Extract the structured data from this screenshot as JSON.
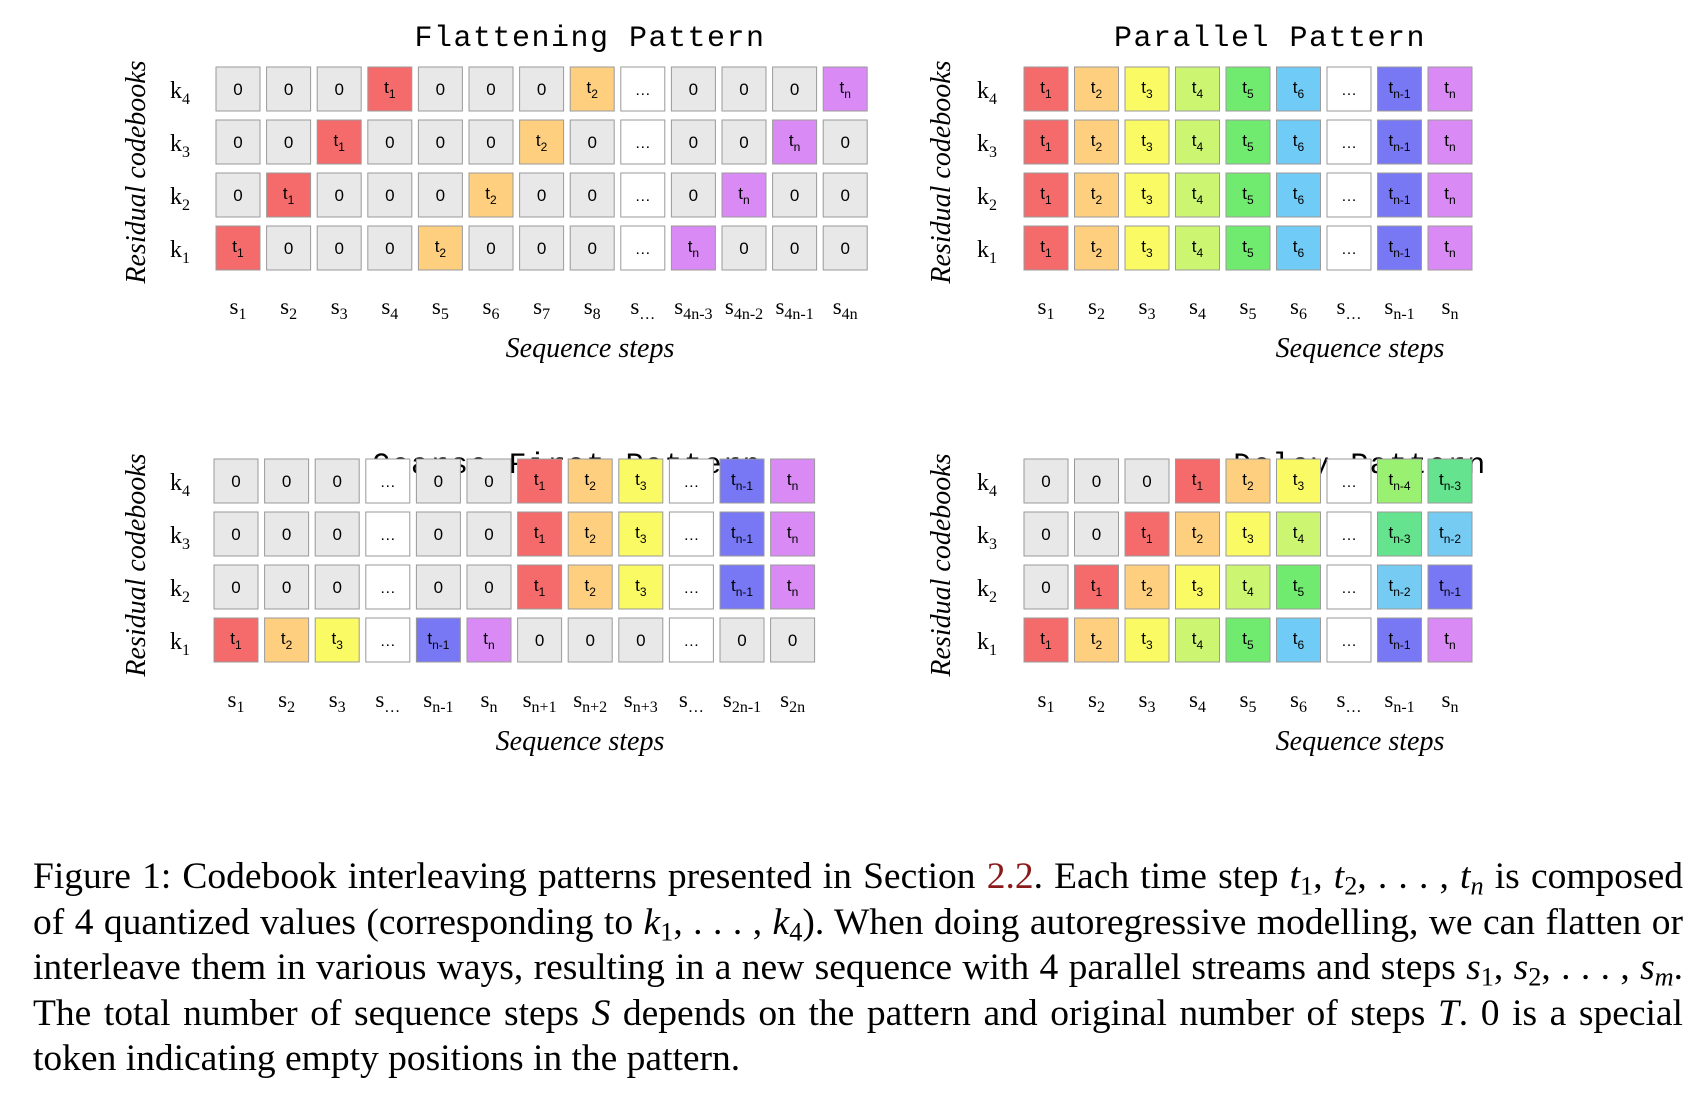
{
  "common": {
    "ylabel": "Residual codebooks",
    "xlabel": "Sequence steps",
    "rows": [
      "k4",
      "k3",
      "k2",
      "k1"
    ]
  },
  "colors": {
    "empty": "#e8e8e8",
    "t1": "#f56b6b",
    "t2": "#fdcf7f",
    "t3": "#fafa64",
    "t4": "#ccf571",
    "t5": "#71eb6f",
    "t6": "#71cbf7",
    "tn-4": "#99f071",
    "tn-3": "#66e38e",
    "tn-2": "#75cbf2",
    "tn-1": "#7878f5",
    "tn": "#d98af5",
    "ellipsis": "#ffffff"
  },
  "panels": [
    {
      "title": "Flattening Pattern",
      "steps": [
        "s1",
        "s2",
        "s3",
        "s4",
        "s5",
        "s6",
        "s7",
        "s8",
        "s...",
        "s4n-3",
        "s4n-2",
        "s4n-1",
        "s4n"
      ],
      "grid": [
        [
          "0",
          "0",
          "0",
          "t1",
          "0",
          "0",
          "0",
          "t2",
          "...",
          "0",
          "0",
          "0",
          "tn"
        ],
        [
          "0",
          "0",
          "t1",
          "0",
          "0",
          "0",
          "t2",
          "0",
          "...",
          "0",
          "0",
          "tn",
          "0"
        ],
        [
          "0",
          "t1",
          "0",
          "0",
          "0",
          "t2",
          "0",
          "0",
          "...",
          "0",
          "tn",
          "0",
          "0"
        ],
        [
          "t1",
          "0",
          "0",
          "0",
          "t2",
          "0",
          "0",
          "0",
          "...",
          "tn",
          "0",
          "0",
          "0"
        ]
      ]
    },
    {
      "title": "Parallel Pattern",
      "steps": [
        "s1",
        "s2",
        "s3",
        "s4",
        "s5",
        "s6",
        "s...",
        "sn-1",
        "sn"
      ],
      "grid": [
        [
          "t1",
          "t2",
          "t3",
          "t4",
          "t5",
          "t6",
          "...",
          "tn-1",
          "tn"
        ],
        [
          "t1",
          "t2",
          "t3",
          "t4",
          "t5",
          "t6",
          "...",
          "tn-1",
          "tn"
        ],
        [
          "t1",
          "t2",
          "t3",
          "t4",
          "t5",
          "t6",
          "...",
          "tn-1",
          "tn"
        ],
        [
          "t1",
          "t2",
          "t3",
          "t4",
          "t5",
          "t6",
          "...",
          "tn-1",
          "tn"
        ]
      ]
    },
    {
      "title": "Coarse First Pattern",
      "steps": [
        "s1",
        "s2",
        "s3",
        "s...",
        "sn-1",
        "sn",
        "sn+1",
        "sn+2",
        "sn+3",
        "s...",
        "s2n-1",
        "s2n"
      ],
      "grid": [
        [
          "0",
          "0",
          "0",
          "...",
          "0",
          "0",
          "t1",
          "t2",
          "t3",
          "...",
          "tn-1",
          "tn"
        ],
        [
          "0",
          "0",
          "0",
          "...",
          "0",
          "0",
          "t1",
          "t2",
          "t3",
          "...",
          "tn-1",
          "tn"
        ],
        [
          "0",
          "0",
          "0",
          "...",
          "0",
          "0",
          "t1",
          "t2",
          "t3",
          "...",
          "tn-1",
          "tn"
        ],
        [
          "t1",
          "t2",
          "t3",
          "...",
          "tn-1",
          "tn",
          "0",
          "0",
          "0",
          "...",
          "0",
          "0"
        ]
      ]
    },
    {
      "title": "Delay Pattern",
      "steps": [
        "s1",
        "s2",
        "s3",
        "s4",
        "s5",
        "s6",
        "s...",
        "sn-1",
        "sn"
      ],
      "grid": [
        [
          "0",
          "0",
          "0",
          "t1",
          "t2",
          "t3",
          "...",
          "tn-4",
          "tn-3"
        ],
        [
          "0",
          "0",
          "t1",
          "t2",
          "t3",
          "t4",
          "...",
          "tn-3",
          "tn-2"
        ],
        [
          "0",
          "t1",
          "t2",
          "t3",
          "t4",
          "t5",
          "...",
          "tn-2",
          "tn-1"
        ],
        [
          "t1",
          "t2",
          "t3",
          "t4",
          "t5",
          "t6",
          "...",
          "tn-1",
          "tn"
        ]
      ]
    }
  ],
  "caption": {
    "p1": "Figure 1: Codebook interleaving patterns presented in Section ",
    "ref": "2.2",
    "p2": ". Each time step ",
    "p3": " is composed of 4 quantized values (corresponding to ",
    "p4": "). When doing autoregressive modelling, we can flatten or interleave them in various ways, resulting in a new sequence with 4 parallel streams and steps ",
    "p5": ". The total number of sequence steps ",
    "S": "S",
    "p6": " depends on the pattern and original number of steps ",
    "T": "T",
    "p7": ". 0 is a special token indicating empty positions in the pattern."
  }
}
